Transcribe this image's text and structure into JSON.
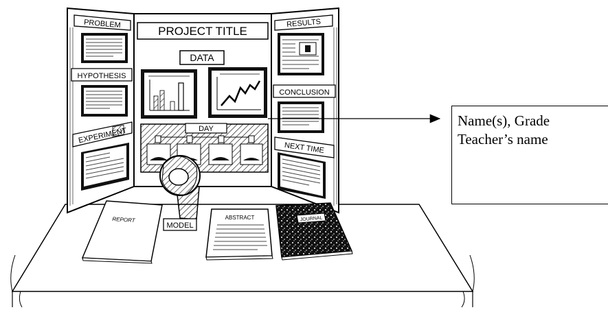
{
  "board": {
    "title": "PROJECT TITLE",
    "left_panels": [
      "PROBLEM",
      "HYPOTHESIS",
      "EXPERIMENT"
    ],
    "right_panels": [
      "RESULTS",
      "CONCLUSION",
      "NEXT TIME"
    ],
    "data_label": "DATA",
    "day_label": "DAY"
  },
  "table_items": {
    "report": "REPORT",
    "model": "MODEL",
    "abstract": "ABSTRACT",
    "journal": "JOURNAL"
  },
  "callout": {
    "line1": "Name(s), Grade",
    "line2": "Teacher’s name"
  }
}
